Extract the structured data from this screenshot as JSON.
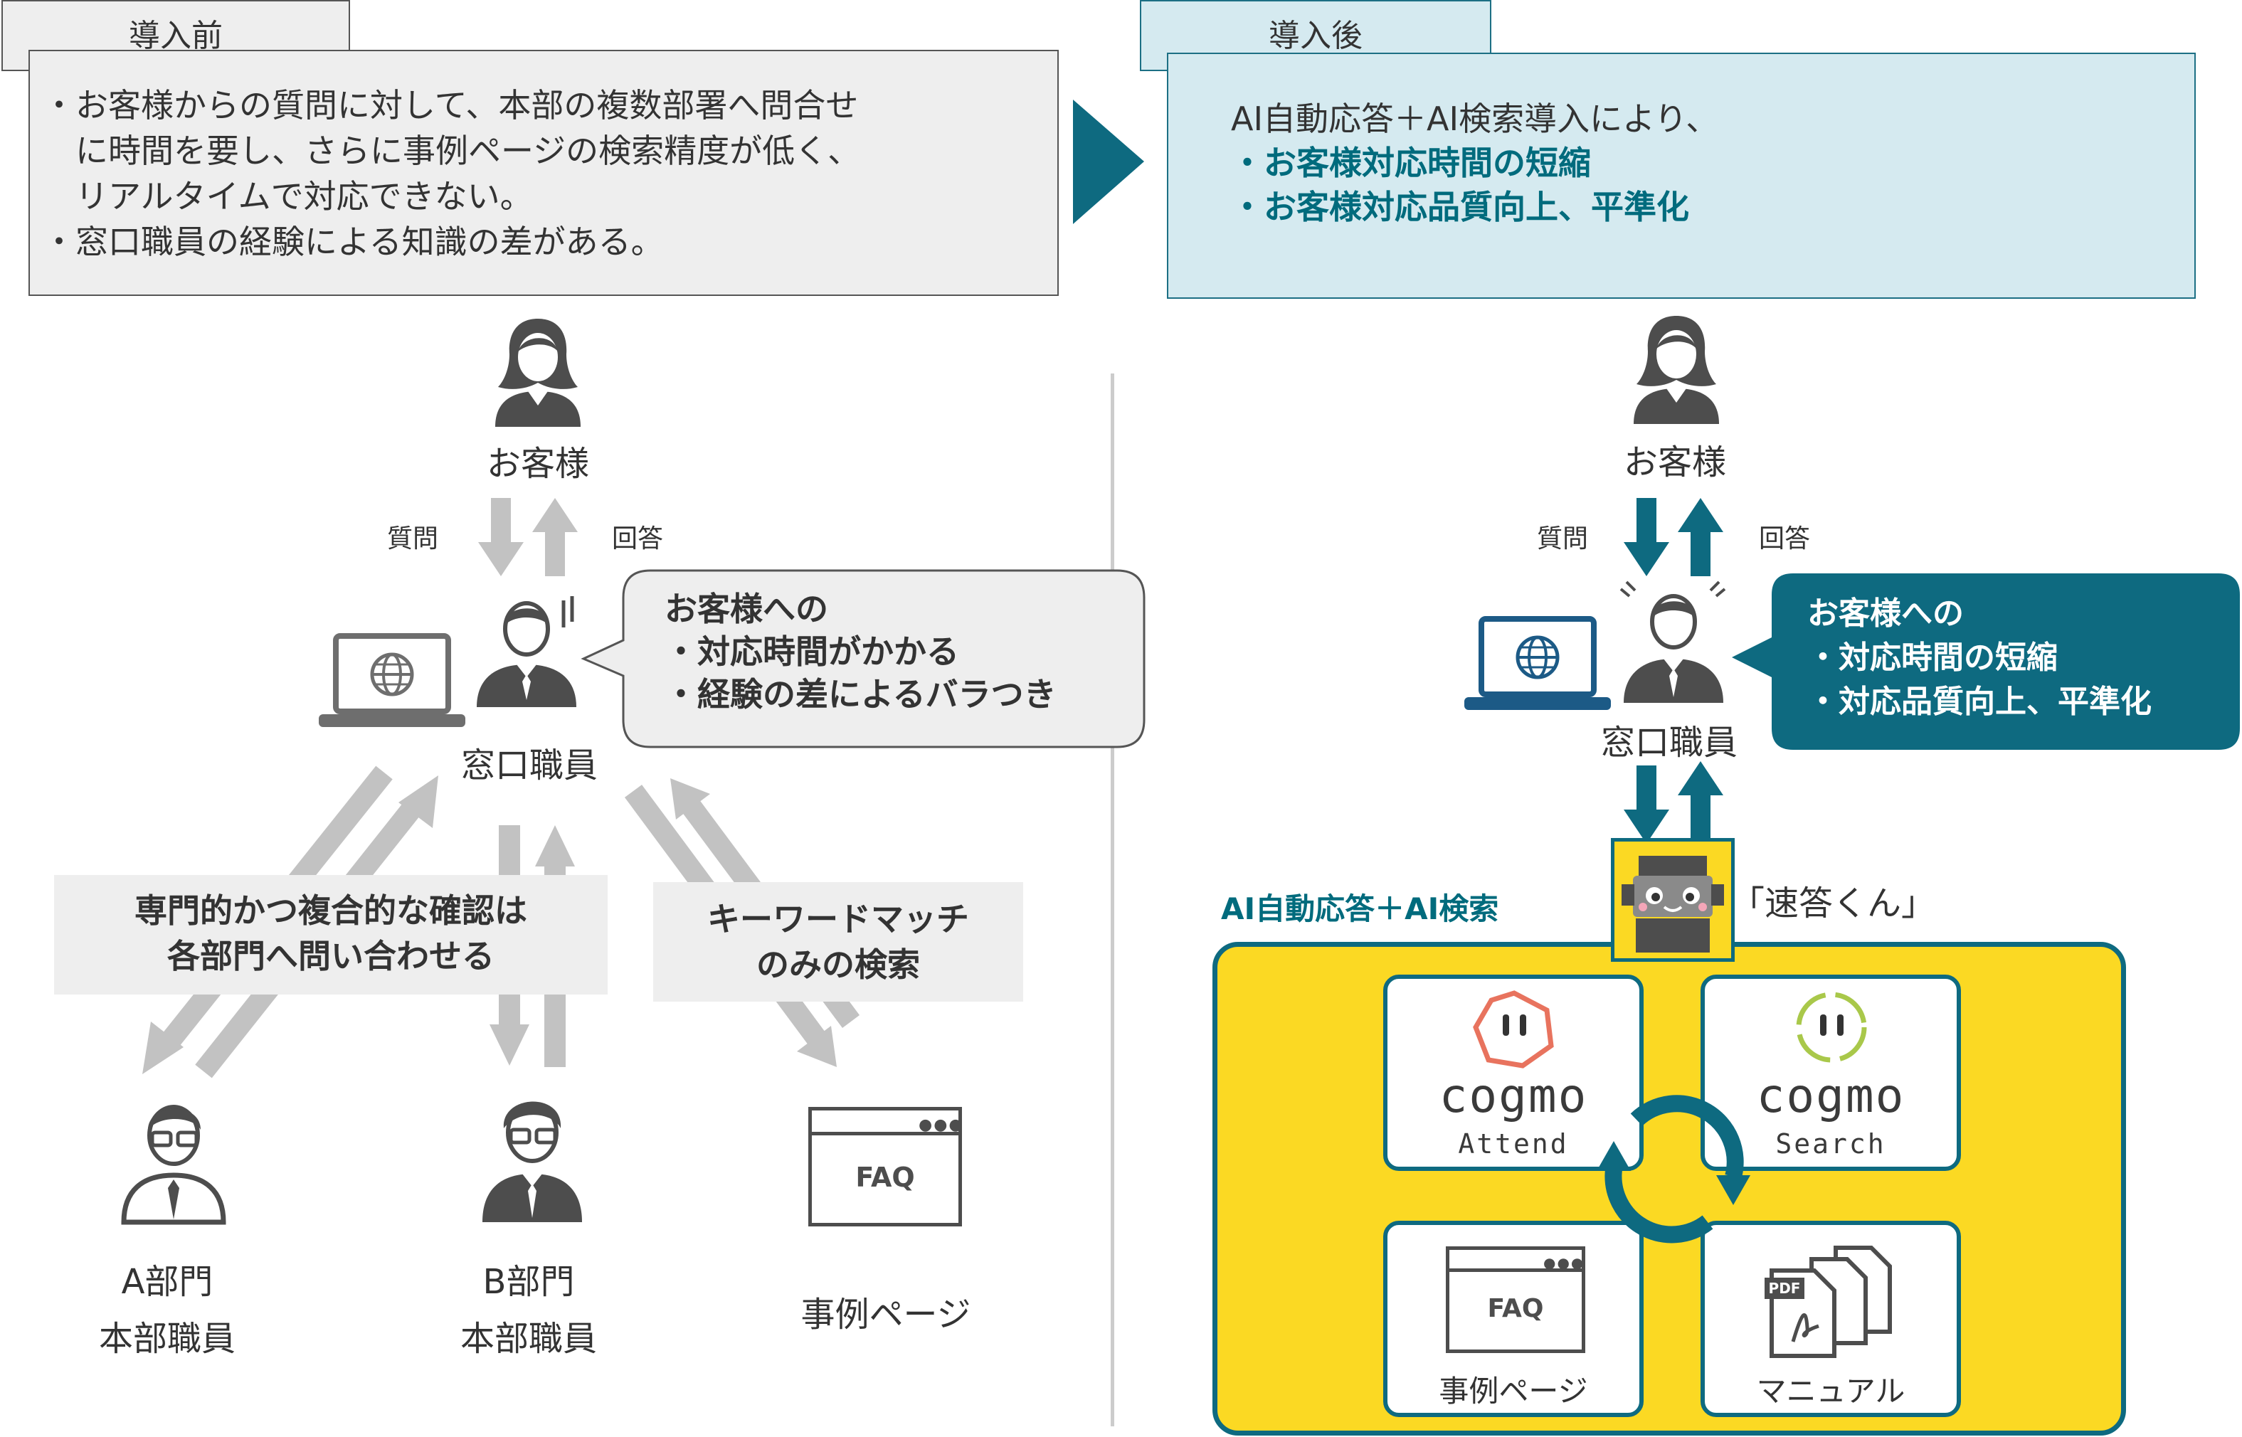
{
  "before": {
    "tab": "導入前",
    "lines": [
      "・お客様からの質問に対して、本部の複数部署へ問合せ",
      "　に時間を要し、さらに事例ページの検索精度が低く、",
      "　リアルタイムで対応できない。",
      "・窓口職員の経験による知識の差がある。"
    ],
    "customer_label": "お客様",
    "question_label": "質問",
    "answer_label": "回答",
    "staff_label": "窓口職員",
    "bubble_lines": [
      "お客様への",
      "・対応時間がかかる",
      "・経験の差によるバラつき"
    ],
    "left_note_lines": [
      "専門的かつ複合的な確認は",
      "各部門へ問い合わせる"
    ],
    "right_note_lines": [
      "キーワードマッチ",
      "のみの検索"
    ],
    "dept_a_lines": [
      "A部門",
      "本部職員"
    ],
    "dept_b_lines": [
      "B部門",
      "本部職員"
    ],
    "faq_label": "FAQ",
    "case_page_label": "事例ページ"
  },
  "after": {
    "tab": "導入後",
    "intro": "AI自動応答＋AI検索導入により、",
    "benefits": [
      "・お客様対応時間の短縮",
      "・お客様対応品質向上、平準化"
    ],
    "customer_label": "お客様",
    "question_label": "質問",
    "answer_label": "回答",
    "staff_label": "窓口職員",
    "bubble_lines": [
      "お客様への",
      "・対応時間の短縮",
      "・対応品質向上、平準化"
    ],
    "robot_name": "「速答くん」",
    "system_label": "AI自動応答＋AI検索",
    "cogmo_attend": [
      "cogmo",
      "Attend"
    ],
    "cogmo_search": [
      "cogmo",
      "Search"
    ],
    "faq_label": "FAQ",
    "case_page_label": "事例ページ",
    "manual_label": "マニュアル",
    "pdf_label": "PDF"
  },
  "colors": {
    "teal": "#0e6a80",
    "teal_text": "#006b7d",
    "yellow": "#fbd923",
    "light_blue": "#d5eaf0",
    "light_gray": "#eeeeee",
    "arrow_gray": "#c2c2c2",
    "person_gray": "#4d4d4d"
  }
}
